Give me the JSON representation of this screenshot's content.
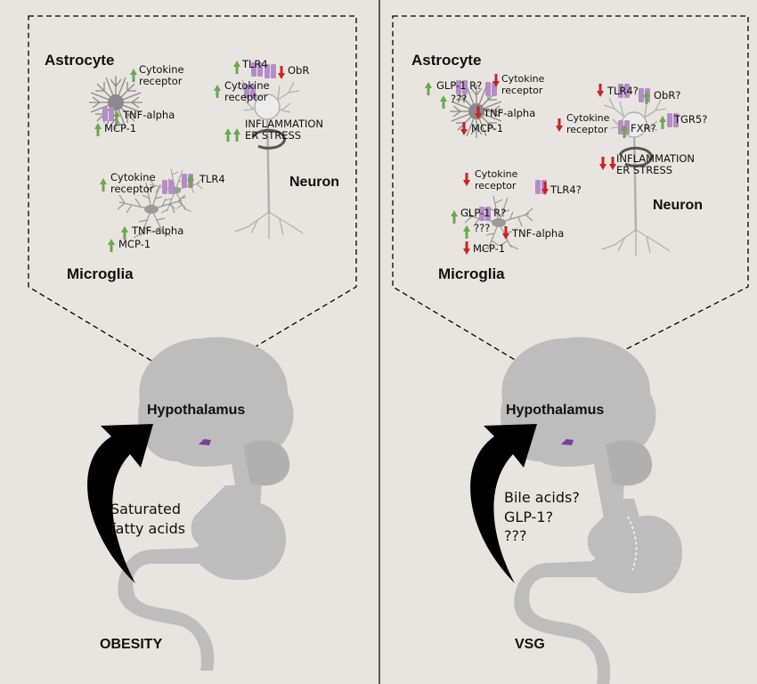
{
  "colors": {
    "background": "#e8e4df",
    "organ": "#bdbdbd",
    "cell": "#8a8a8a",
    "receptor": "#b58cc7",
    "up_arrow": "#6aa84f",
    "down_arrow": "#cc2222",
    "arrow": "#000000"
  },
  "left": {
    "astrocyte": "Astrocyte",
    "cytokine_receptor": "Cytokine\nreceptor",
    "tnf": "TNF-alpha",
    "mcp": "MCP-1",
    "tlr4": "TLR4",
    "obr": "ObR",
    "neuron_cytokine": "Cytokine\nreceptor",
    "inflammation": "INFLAMMATION\nER STRESS",
    "neuron": "Neuron",
    "mg_cytokine": "Cytokine\nreceptor",
    "mg_tlr4": "TLR4",
    "mg_tnf": "TNF-alpha",
    "mg_mcp": "MCP-1",
    "microglia": "Microglia",
    "hypothalamus": "Hypothalamus",
    "stimulus": "Saturated\nfatty acids",
    "condition": "OBESITY"
  },
  "right": {
    "astrocyte": "Astrocyte",
    "glp1r": "GLP-1 R?",
    "unknown": "???",
    "cytokine_receptor": "Cytokine\nreceptor",
    "tnf": "TNF-alpha",
    "mcp": "MCP-1",
    "tlr4": "TLR4?",
    "obr": "ObR?",
    "tgr5": "TGR5?",
    "neuron_cytokine": "Cytokine\nreceptor",
    "fxr": "FXR?",
    "inflammation": "INFLAMMATION\nER STRESS",
    "neuron": "Neuron",
    "mg_cytokine": "Cytokine\nreceptor",
    "mg_tlr4": "TLR4?",
    "mg_glp1r": "GLP-1 R?",
    "mg_unknown": "???",
    "mg_tnf": "TNF-alpha",
    "mg_mcp": "MCP-1",
    "microglia": "Microglia",
    "hypothalamus": "Hypothalamus",
    "stimulus": "Bile acids?\nGLP-1?\n???",
    "condition": "VSG"
  },
  "arrows": {
    "left": {
      "up": [
        "astro-cytokine",
        "astro-tnf",
        "astro-mcp",
        "neuron-tlr4",
        "neuron-cytokine",
        "inflammation-1",
        "inflammation-2",
        "mg-cytokine",
        "mg-tlr4",
        "mg-tnf",
        "mg-mcp"
      ],
      "down": [
        "neuron-obr"
      ]
    },
    "right": {
      "up": [
        "astro-glp1r",
        "astro-unknown",
        "neuron-obr",
        "neuron-tgr5",
        "neuron-fxr",
        "mg-glp1r",
        "mg-unknown"
      ],
      "down": [
        "astro-cytokine",
        "astro-tnf",
        "astro-mcp",
        "neuron-tlr4",
        "neuron-cytokine",
        "inflammation-1",
        "inflammation-2",
        "mg-cytokine",
        "mg-tlr4",
        "mg-tnf",
        "mg-mcp"
      ]
    }
  }
}
